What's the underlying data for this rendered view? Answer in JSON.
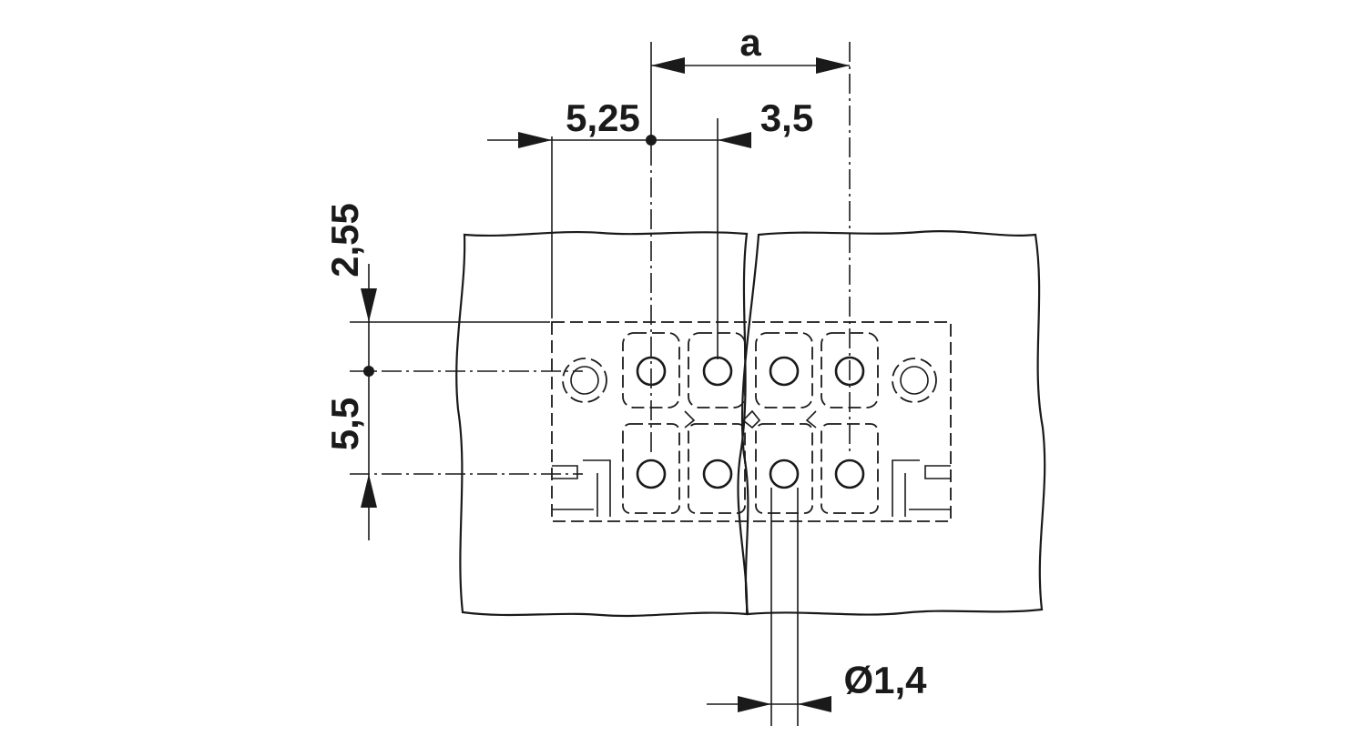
{
  "dimensions": {
    "pitch_label": "a",
    "offset_left_label": "5,25",
    "offset_right_label": "3,5",
    "top_offset_label": "2,55",
    "row_spacing_label": "5,5",
    "hole_diameter_label": "Ø1,4"
  },
  "colors": {
    "line": "#1a1a1a",
    "background": "#ffffff"
  }
}
